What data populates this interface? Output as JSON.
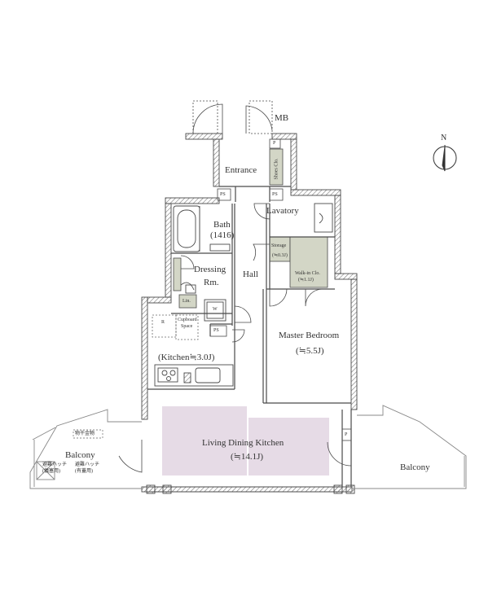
{
  "rooms": {
    "mb": "MB",
    "entrance": "Entrance",
    "shoes_closet": "Shoes Clo.",
    "bath_name": "Bath",
    "bath_size": "(1416)",
    "lavatory": "Lavatory",
    "storage_name": "Storage",
    "storage_size": "(≒0.3J)",
    "walkin_name": "Walk-in Clo.",
    "walkin_size": "(≒1.1J)",
    "dressing_line1": "Dressing",
    "dressing_line2": "Rm.",
    "hall": "Hall",
    "linen": "Lin.",
    "washer": "W",
    "refrigerator": "R",
    "cupboard_line1": "Cupboard",
    "cupboard_line2": "Space",
    "master_bedroom_name": "Master Bedroom",
    "master_bedroom_size": "(≒5.5J)",
    "kitchen": "(Kitchen≒3.0J)",
    "ldk_name": "Living Dining Kitchen",
    "ldk_size": "(≒14.1J)",
    "balcony_left": "Balcony",
    "balcony_right": "Balcony",
    "drying_hardware": "物干金物",
    "evac_hatch_left_1": "避難ハッチ",
    "evac_hatch_left_2": "(儀塞用)",
    "evac_hatch_right_1": "避難ハッチ",
    "evac_hatch_right_2": "(有蓋用)"
  },
  "markers": {
    "pipe_space": "PS",
    "pipe": "P"
  },
  "compass": {
    "north": "N"
  },
  "colors": {
    "wall": "#4a4a4a",
    "ldk_fill": "#e6dbe6",
    "storage_fill": "#d3d6c6",
    "balcony_line": "#888888"
  }
}
